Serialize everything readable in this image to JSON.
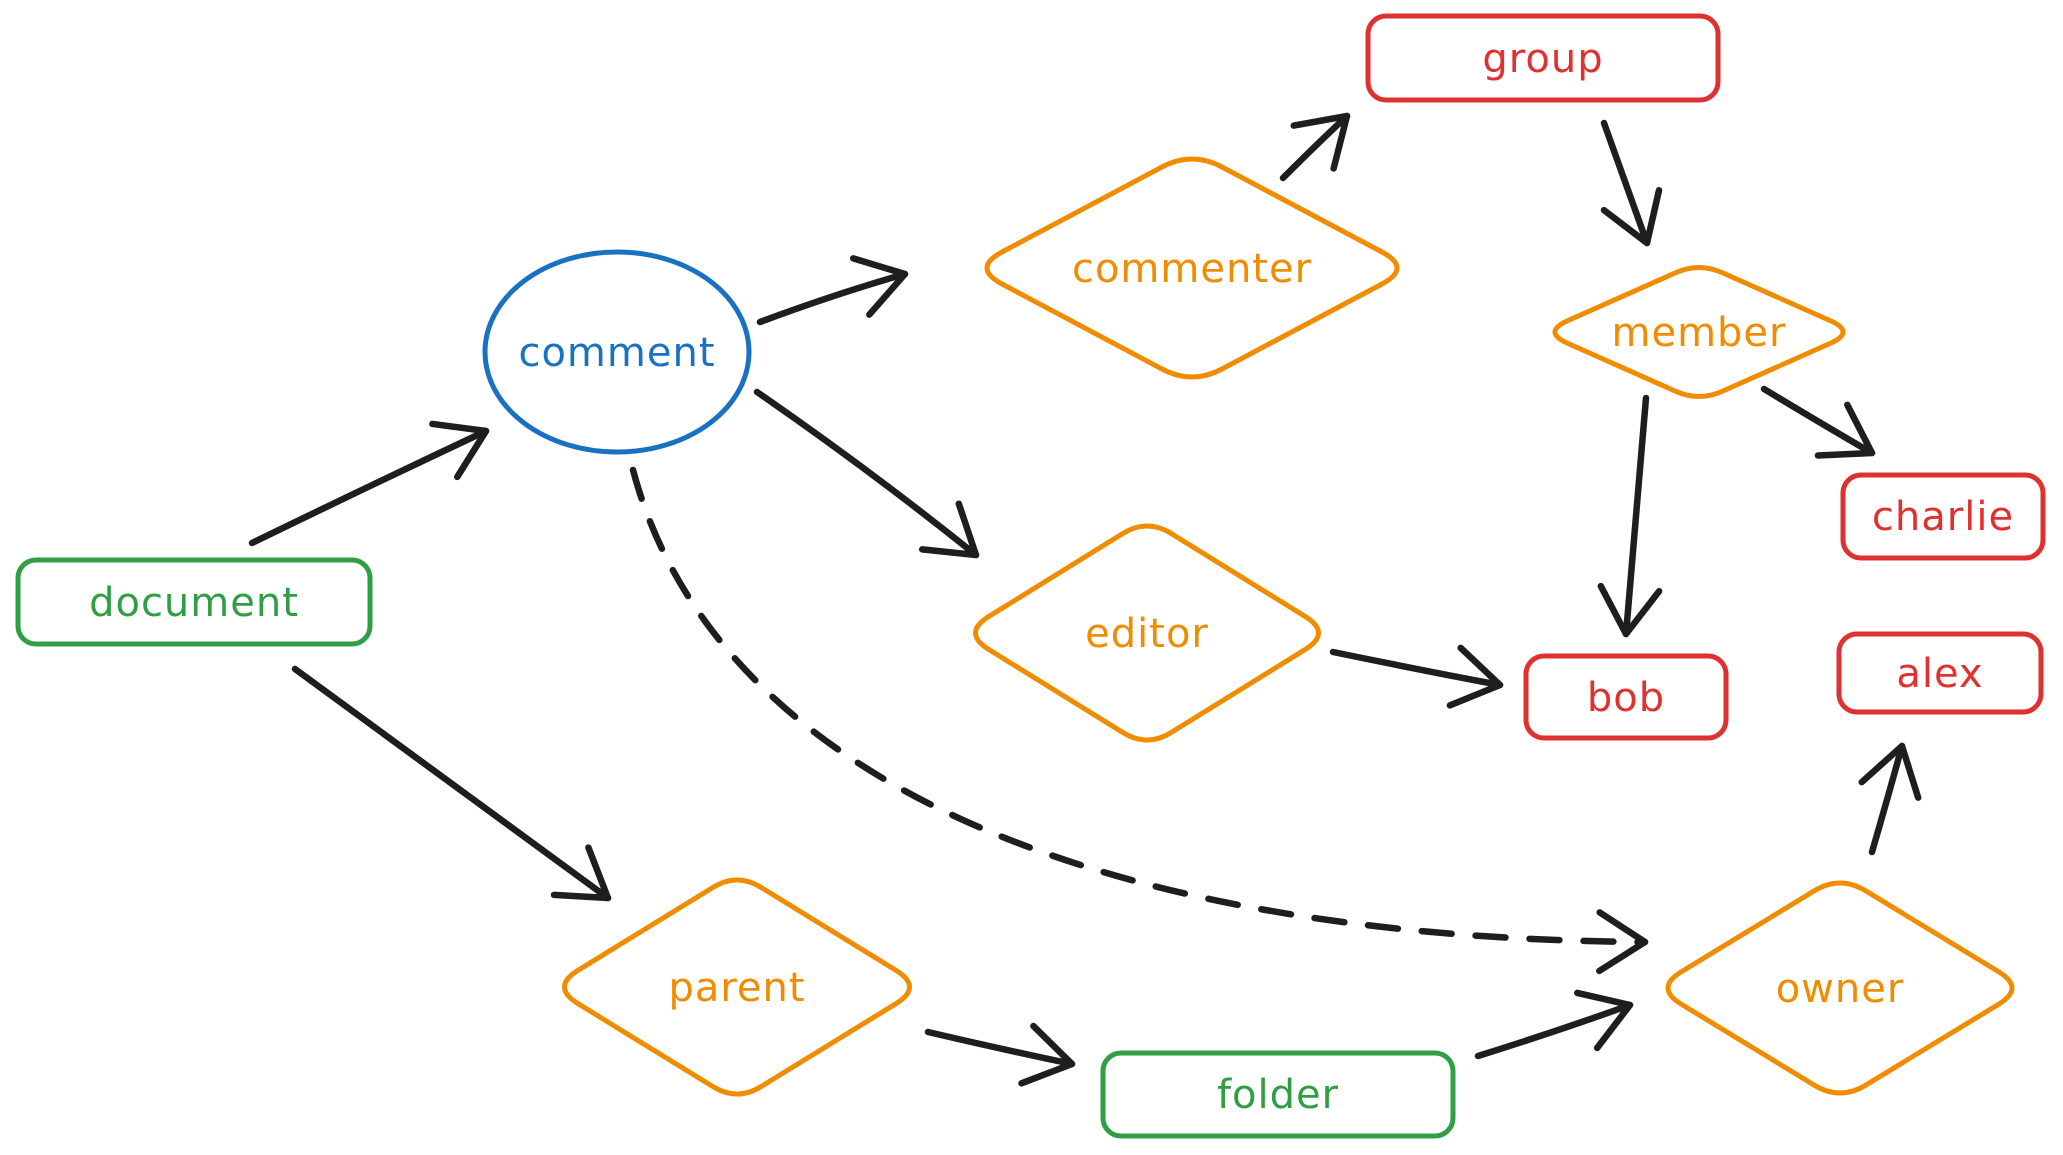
{
  "diagram": {
    "type": "graph",
    "style": "hand-drawn whiteboard (excalidraw-like)",
    "background": "#ffffff"
  },
  "colors": {
    "green": "#2f9e44",
    "blue": "#1971c2",
    "orange": "#f08c00",
    "red": "#e03131",
    "arrow": "#1e1e1e"
  },
  "nodes": {
    "document": {
      "label": "document",
      "shape": "rectangle",
      "color": "#2f9e44"
    },
    "comment": {
      "label": "comment",
      "shape": "ellipse",
      "color": "#1971c2"
    },
    "commenter": {
      "label": "commenter",
      "shape": "diamond",
      "color": "#f08c00"
    },
    "group": {
      "label": "group",
      "shape": "rectangle",
      "color": "#e03131"
    },
    "member": {
      "label": "member",
      "shape": "diamond",
      "color": "#f08c00"
    },
    "charlie": {
      "label": "charlie",
      "shape": "rectangle",
      "color": "#e03131"
    },
    "editor": {
      "label": "editor",
      "shape": "diamond",
      "color": "#f08c00"
    },
    "bob": {
      "label": "bob",
      "shape": "rectangle",
      "color": "#e03131"
    },
    "alex": {
      "label": "alex",
      "shape": "rectangle",
      "color": "#e03131"
    },
    "parent": {
      "label": "parent",
      "shape": "diamond",
      "color": "#f08c00"
    },
    "folder": {
      "label": "folder",
      "shape": "rectangle",
      "color": "#2f9e44"
    },
    "owner": {
      "label": "owner",
      "shape": "diamond",
      "color": "#f08c00"
    }
  },
  "edges": [
    {
      "from": "document",
      "to": "comment",
      "style": "solid"
    },
    {
      "from": "document",
      "to": "parent",
      "style": "solid"
    },
    {
      "from": "comment",
      "to": "commenter",
      "style": "solid"
    },
    {
      "from": "comment",
      "to": "editor",
      "style": "solid"
    },
    {
      "from": "comment",
      "to": "owner",
      "style": "dashed"
    },
    {
      "from": "commenter",
      "to": "group",
      "style": "solid"
    },
    {
      "from": "group",
      "to": "member",
      "style": "solid"
    },
    {
      "from": "member",
      "to": "bob",
      "style": "solid"
    },
    {
      "from": "member",
      "to": "charlie",
      "style": "solid"
    },
    {
      "from": "editor",
      "to": "bob",
      "style": "solid"
    },
    {
      "from": "parent",
      "to": "folder",
      "style": "solid"
    },
    {
      "from": "folder",
      "to": "owner",
      "style": "solid"
    },
    {
      "from": "owner",
      "to": "alex",
      "style": "solid"
    }
  ]
}
